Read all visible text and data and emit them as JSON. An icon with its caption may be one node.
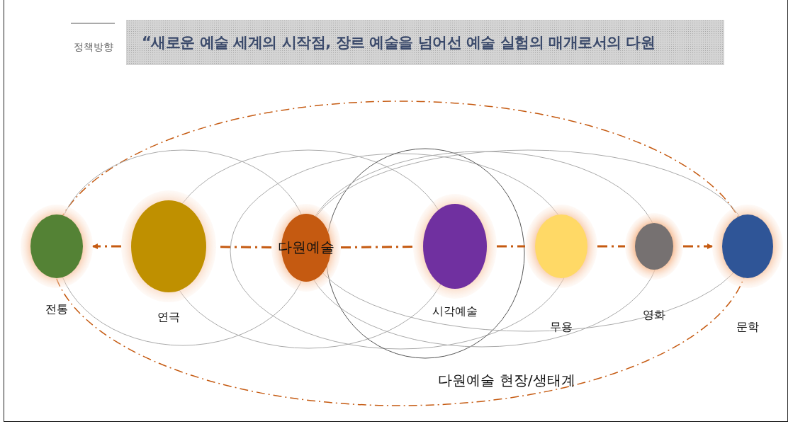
{
  "diagram": {
    "title": "“새로운 예술 세계의 시작점, 장르 예술을 넘어선 예술 실험의 매개로서의 다원",
    "nodes": [
      {
        "text": [
          "다원예술 현장/생태계"
        ]
      },
      {
        "text": [
          "전통"
        ]
      },
      {
        "text": [
          "연극"
        ],
        "in": 0
      },
      {
        "text": [
          "다원예술"
        ],
        "in": 0
      },
      {
        "text": [
          "시각예술"
        ],
        "in": 0
      },
      {
        "text": [
          "무용"
        ],
        "in": 0
      },
      {
        "text": [
          "영화"
        ],
        "in": 0
      },
      {
        "text": [
          "문학"
        ]
      }
    ],
    "edges": [
      {
        "from": 2,
        "to": 1,
        "arrow": "to",
        "style": "dashed"
      },
      {
        "from": 3,
        "to": 2,
        "arrow": "none",
        "style": "dashed"
      },
      {
        "from": 3,
        "to": 4,
        "arrow": "none",
        "style": "dashed"
      },
      {
        "from": 4,
        "to": 5,
        "arrow": "none",
        "style": "dashed"
      },
      {
        "from": 5,
        "to": 6,
        "arrow": "none",
        "style": "dashed"
      },
      {
        "from": 6,
        "to": 7,
        "arrow": "to",
        "style": "dashed"
      }
    ],
    "labels": [
      "정책방향"
    ]
  }
}
